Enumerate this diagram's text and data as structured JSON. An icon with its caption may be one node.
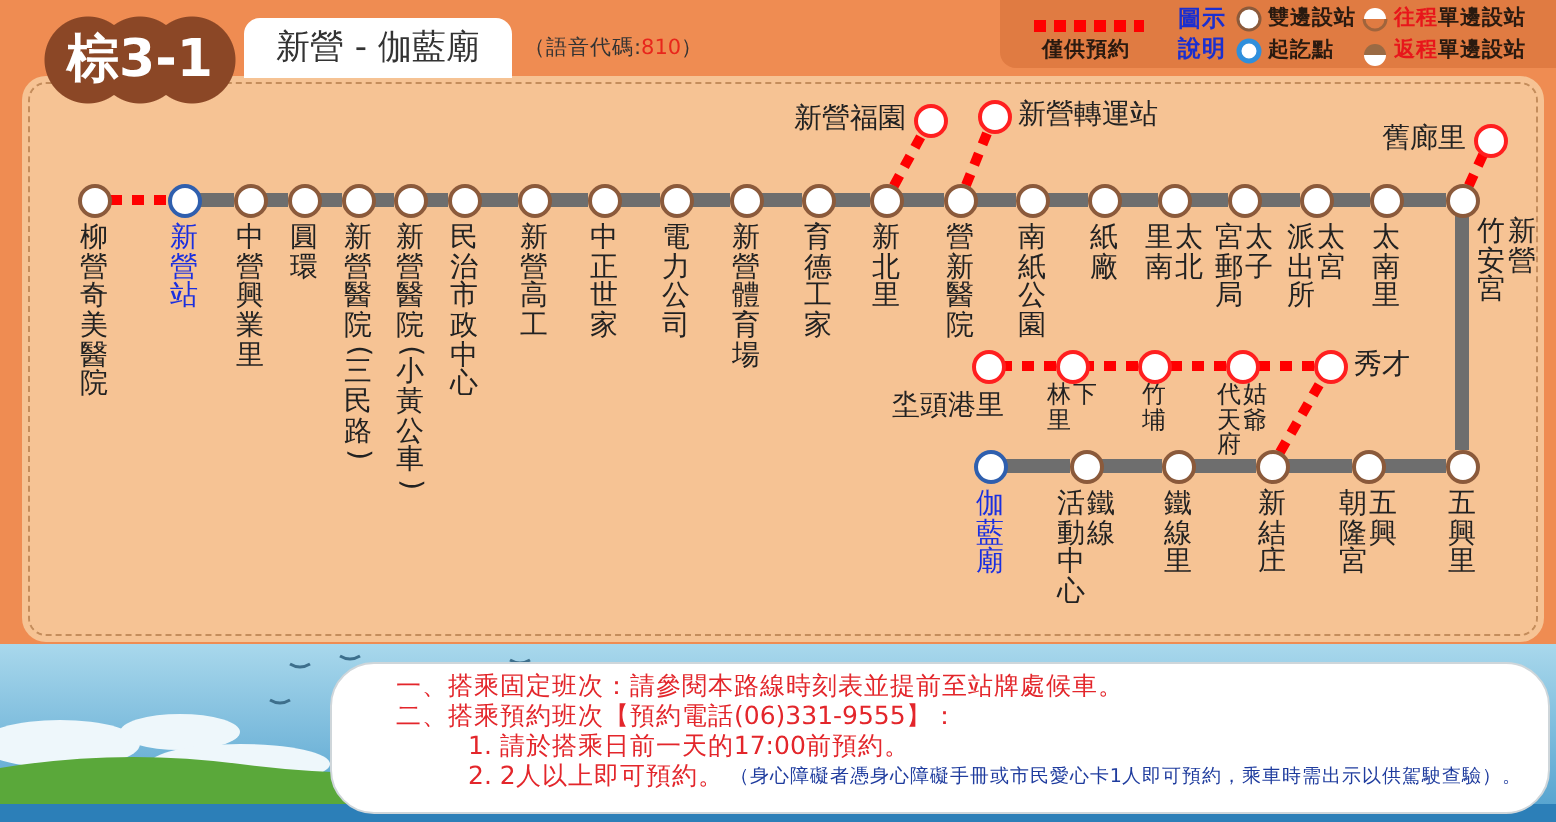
{
  "diagram": {
    "title": "新營 - 伽藍廟",
    "nodes": [
      {
        "text": [],
        "shape": "circle",
        "beside": [
          "柳營奇美醫院"
        ]
      },
      {
        "text": [],
        "shape": "circle",
        "beside": [
          "新營站"
        ]
      },
      {
        "text": [],
        "shape": "circle",
        "beside": [
          "中營興業里"
        ]
      },
      {
        "text": [],
        "shape": "circle",
        "beside": [
          "圓環"
        ]
      },
      {
        "text": [],
        "shape": "circle",
        "beside": [
          "新營醫院(三民路)"
        ]
      },
      {
        "text": [],
        "shape": "circle",
        "beside": [
          "新營醫院(小黃公車)"
        ]
      },
      {
        "text": [],
        "shape": "circle",
        "beside": [
          "民治市政中心"
        ]
      },
      {
        "text": [],
        "shape": "circle",
        "beside": [
          "新營高工"
        ]
      },
      {
        "text": [],
        "shape": "circle",
        "beside": [
          "中正世家"
        ]
      },
      {
        "text": [],
        "shape": "circle",
        "beside": [
          "電力公司"
        ]
      },
      {
        "text": [],
        "shape": "circle",
        "beside": [
          "新營體育場"
        ]
      },
      {
        "text": [],
        "shape": "circle",
        "beside": [
          "育德工家"
        ]
      },
      {
        "text": [],
        "shape": "circle",
        "beside": [
          "新北里"
        ]
      },
      {
        "text": [],
        "shape": "circle",
        "beside": [
          "營新醫院"
        ]
      },
      {
        "text": [],
        "shape": "circle",
        "beside": [
          "南紙公園"
        ]
      },
      {
        "text": [],
        "shape": "circle",
        "beside": [
          "紙廠"
        ]
      },
      {
        "text": [],
        "shape": "circle",
        "beside": [
          "太北里南"
        ]
      },
      {
        "text": [],
        "shape": "circle",
        "beside": [
          "太子宮郵局"
        ]
      },
      {
        "text": [],
        "shape": "circle",
        "beside": [
          "太宮派出所"
        ]
      },
      {
        "text": [],
        "shape": "circle",
        "beside": [
          "太南里"
        ]
      },
      {
        "text": [],
        "shape": "circle",
        "beside": [
          "新營竹安宮"
        ]
      },
      {
        "text": [],
        "shape": "circle",
        "beside": [
          "五興里"
        ]
      },
      {
        "text": [],
        "shape": "circle",
        "beside": [
          "五興朝隆宮"
        ]
      },
      {
        "text": [],
        "shape": "circle",
        "beside": [
          "新結庄"
        ]
      },
      {
        "text": [],
        "shape": "circle",
        "beside": [
          "鐵線里"
        ]
      },
      {
        "text": [],
        "shape": "circle",
        "beside": [
          "鐵線活動中心"
        ]
      },
      {
        "text": [],
        "shape": "circle",
        "beside": [
          "伽藍廟"
        ]
      },
      {
        "text": [],
        "shape": "circle",
        "beside": [
          "新營福園"
        ]
      },
      {
        "text": [],
        "shape": "circle",
        "beside": [
          "新營轉運站"
        ]
      },
      {
        "text": [],
        "shape": "circle",
        "beside": [
          "舊廊里"
        ]
      },
      {
        "text": [],
        "shape": "circle",
        "beside": [
          "秀才"
        ]
      },
      {
        "text": [],
        "shape": "circle",
        "beside": [
          "姑爺代天府"
        ]
      },
      {
        "text": [],
        "shape": "circle",
        "beside": [
          "竹埔"
        ]
      },
      {
        "text": [],
        "shape": "circle",
        "beside": [
          "下林里"
        ]
      },
      {
        "text": [],
        "shape": "circle",
        "beside": [
          "坔頭港里"
        ]
      }
    ],
    "edges": [
      {
        "from": 0,
        "to": 1,
        "arrow": "none",
        "style": "dashed",
        "color": "#ff0000"
      },
      {
        "from": 1,
        "to": 2,
        "arrow": "none"
      },
      {
        "from": 2,
        "to": 3,
        "arrow": "none"
      },
      {
        "from": 3,
        "to": 4,
        "arrow": "none"
      },
      {
        "from": 4,
        "to": 5,
        "arrow": "none"
      },
      {
        "from": 5,
        "to": 6,
        "arrow": "none"
      },
      {
        "from": 6,
        "to": 7,
        "arrow": "none"
      },
      {
        "from": 7,
        "to": 8,
        "arrow": "none"
      },
      {
        "from": 8,
        "to": 9,
        "arrow": "none"
      },
      {
        "from": 9,
        "to": 10,
        "arrow": "none"
      },
      {
        "from": 10,
        "to": 11,
        "arrow": "none"
      },
      {
        "from": 11,
        "to": 12,
        "arrow": "none"
      },
      {
        "from": 12,
        "to": 13,
        "arrow": "none"
      },
      {
        "from": 13,
        "to": 14,
        "arrow": "none"
      },
      {
        "from": 14,
        "to": 15,
        "arrow": "none"
      },
      {
        "from": 15,
        "to": 16,
        "arrow": "none"
      },
      {
        "from": 16,
        "to": 17,
        "arrow": "none"
      },
      {
        "from": 17,
        "to": 18,
        "arrow": "none"
      },
      {
        "from": 18,
        "to": 19,
        "arrow": "none"
      },
      {
        "from": 19,
        "to": 20,
        "arrow": "none"
      },
      {
        "from": 20,
        "to": 21,
        "arrow": "none"
      },
      {
        "from": 21,
        "to": 22,
        "arrow": "none"
      },
      {
        "from": 22,
        "to": 23,
        "arrow": "none"
      },
      {
        "from": 23,
        "to": 24,
        "arrow": "none"
      },
      {
        "from": 24,
        "to": 25,
        "arrow": "none"
      },
      {
        "from": 25,
        "to": 26,
        "arrow": "none"
      },
      {
        "from": 12,
        "to": 27,
        "arrow": "none",
        "style": "dashed",
        "color": "#ff0000"
      },
      {
        "from": 13,
        "to": 28,
        "arrow": "none",
        "style": "dashed",
        "color": "#ff0000"
      },
      {
        "from": 20,
        "to": 29,
        "arrow": "none",
        "style": "dashed",
        "color": "#ff0000"
      },
      {
        "from": 23,
        "to": 30,
        "arrow": "none",
        "style": "dashed",
        "color": "#ff0000"
      },
      {
        "from": 30,
        "to": 31,
        "arrow": "none",
        "style": "dashed",
        "color": "#ff0000"
      },
      {
        "from": 31,
        "to": 32,
        "arrow": "none",
        "style": "dashed",
        "color": "#ff0000"
      },
      {
        "from": 32,
        "to": 33,
        "arrow": "none",
        "style": "dashed",
        "color": "#ff0000"
      },
      {
        "from": 33,
        "to": 34,
        "arrow": "none",
        "style": "dashed",
        "color": "#ff0000"
      }
    ],
    "labels": [
      "棕3-1",
      "（語音代碼:810）",
      "圖示說明",
      "一、搭乘固定班次：請參閱本路線時刻表並提前至站牌處候車。",
      "二、搭乘預約班次【預約電話(06)331-9555】：",
      "1. 請於搭乘日前一天的17:00前預約。",
      "2. 2人以上即可預約。",
      "（身心障礙者憑身心障礙手冊或市民愛心卡1人即可預約，乘車時需出示以供駕駛查驗）。"
    ],
    "legend": [
      {
        "text": "僅供預約"
      },
      {
        "text": "雙邊設站"
      },
      {
        "text": "往程單邊設站"
      },
      {
        "text": "起訖點"
      },
      {
        "text": "返程單邊設站"
      }
    ]
  }
}
